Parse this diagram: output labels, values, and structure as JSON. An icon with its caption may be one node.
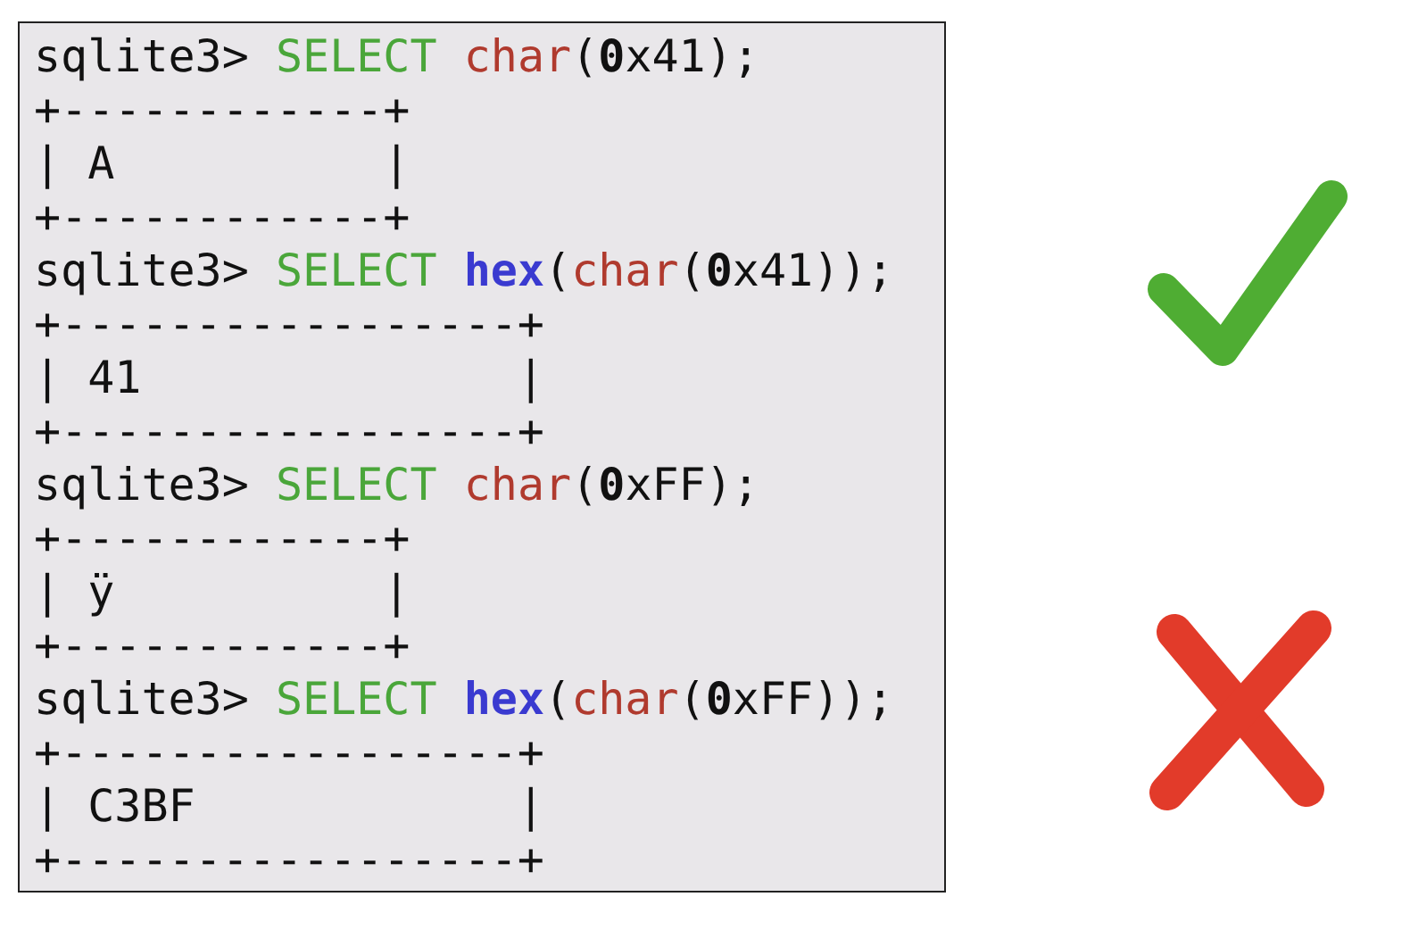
{
  "diagram": {
    "nodes": [
      {
        "text": [
          "sqlite3> SELECT char(**0**x41);",
          "+------------+",
          "| A          |",
          "+------------+",
          "sqlite3> SELECT **hex**(char(**0**x41));",
          "+-----------------+",
          "| 41              |",
          "+-----------------+",
          "sqlite3> SELECT char(**0**xFF);",
          "+------------+",
          "| ÿ          |",
          "+------------+",
          "sqlite3> SELECT **hex**(char(**0**xFF));",
          "+-----------------+",
          "| C3BF            |",
          "+-----------------+"
        ]
      }
    ]
  }
}
